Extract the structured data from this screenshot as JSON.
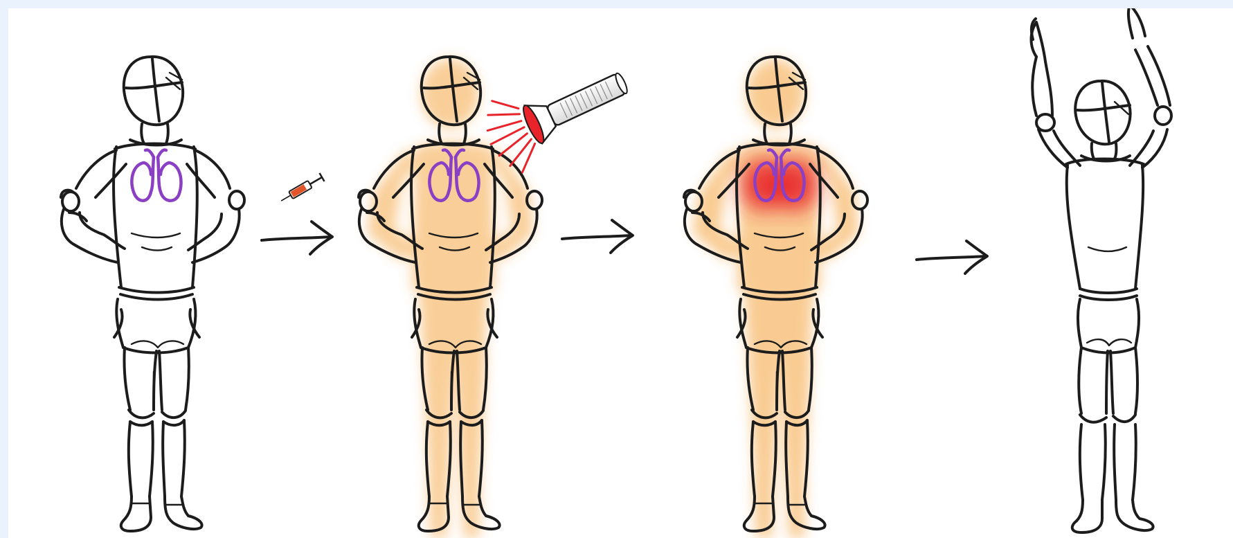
{
  "figure": {
    "stages": [
      {
        "stage": 1,
        "pose": "hands-on-hips",
        "body_color": "uncolored",
        "lungs": "outlined"
      },
      {
        "stage": 2,
        "pose": "hands-on-hips",
        "body_color": "orange",
        "lungs": "outlined"
      },
      {
        "stage": 3,
        "pose": "hands-on-hips",
        "body_color": "orange",
        "lungs": "red-glow"
      },
      {
        "stage": 4,
        "pose": "arms-raised",
        "body_color": "uncolored",
        "lungs": "none"
      }
    ],
    "icons": [
      "syringe-icon",
      "flashlight-icon",
      "arrow-icon"
    ],
    "colors": {
      "ink": "#1c1c1c",
      "lungs": "#8a3fc4",
      "body_tint": "#f6b15a",
      "red_glow": "#e8232a",
      "page_border": "#eaf3fd",
      "background": "#ffffff"
    }
  }
}
